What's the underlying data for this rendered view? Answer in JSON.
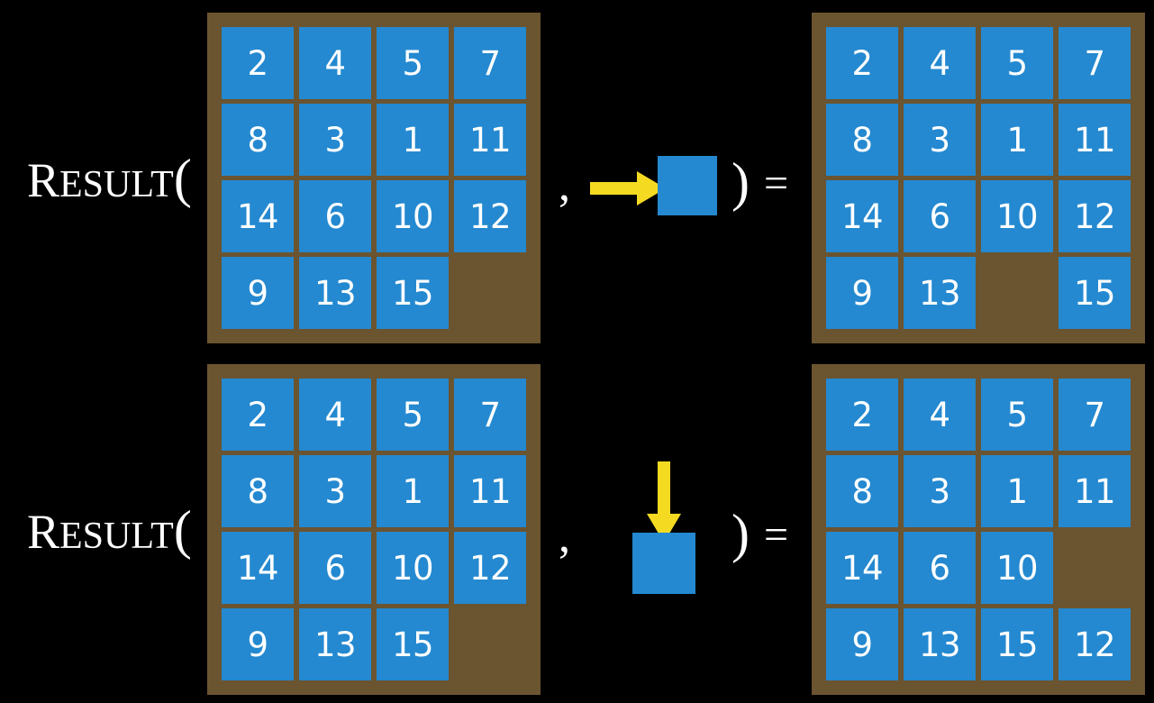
{
  "page": {
    "background_color": "#000000",
    "board_color": "#6b5430",
    "tile_color": "#2489d0",
    "tile_text_color": "#ffffff",
    "arrow_color": "#f5da22",
    "label_color": "#ffffff"
  },
  "rows": [
    {
      "id": "row-top",
      "label": {
        "initial": "R",
        "rest": "ESULT",
        "open_paren": "("
      },
      "separator_comma": ",",
      "close_paren": ")",
      "equals": "=",
      "action": {
        "icon": "arrow-right-icon",
        "direction": "right",
        "label": "move right"
      },
      "input_board": {
        "name": "input-board-top",
        "cells": [
          [
            "2",
            "4",
            "5",
            "7"
          ],
          [
            "8",
            "3",
            "1",
            "11"
          ],
          [
            "14",
            "6",
            "10",
            "12"
          ],
          [
            "9",
            "13",
            "15",
            ""
          ]
        ]
      },
      "output_board": {
        "name": "output-board-top",
        "cells": [
          [
            "2",
            "4",
            "5",
            "7"
          ],
          [
            "8",
            "3",
            "1",
            "11"
          ],
          [
            "14",
            "6",
            "10",
            "12"
          ],
          [
            "9",
            "13",
            "",
            "15"
          ]
        ]
      }
    },
    {
      "id": "row-bottom",
      "label": {
        "initial": "R",
        "rest": "ESULT",
        "open_paren": "("
      },
      "separator_comma": ",",
      "close_paren": ")",
      "equals": "=",
      "action": {
        "icon": "arrow-down-icon",
        "direction": "down",
        "label": "move down"
      },
      "input_board": {
        "name": "input-board-bottom",
        "cells": [
          [
            "2",
            "4",
            "5",
            "7"
          ],
          [
            "8",
            "3",
            "1",
            "11"
          ],
          [
            "14",
            "6",
            "10",
            "12"
          ],
          [
            "9",
            "13",
            "15",
            ""
          ]
        ]
      },
      "output_board": {
        "name": "output-board-bottom",
        "cells": [
          [
            "2",
            "4",
            "5",
            "7"
          ],
          [
            "8",
            "3",
            "1",
            "11"
          ],
          [
            "14",
            "6",
            "10",
            ""
          ],
          [
            "9",
            "13",
            "15",
            "12"
          ]
        ]
      }
    }
  ]
}
